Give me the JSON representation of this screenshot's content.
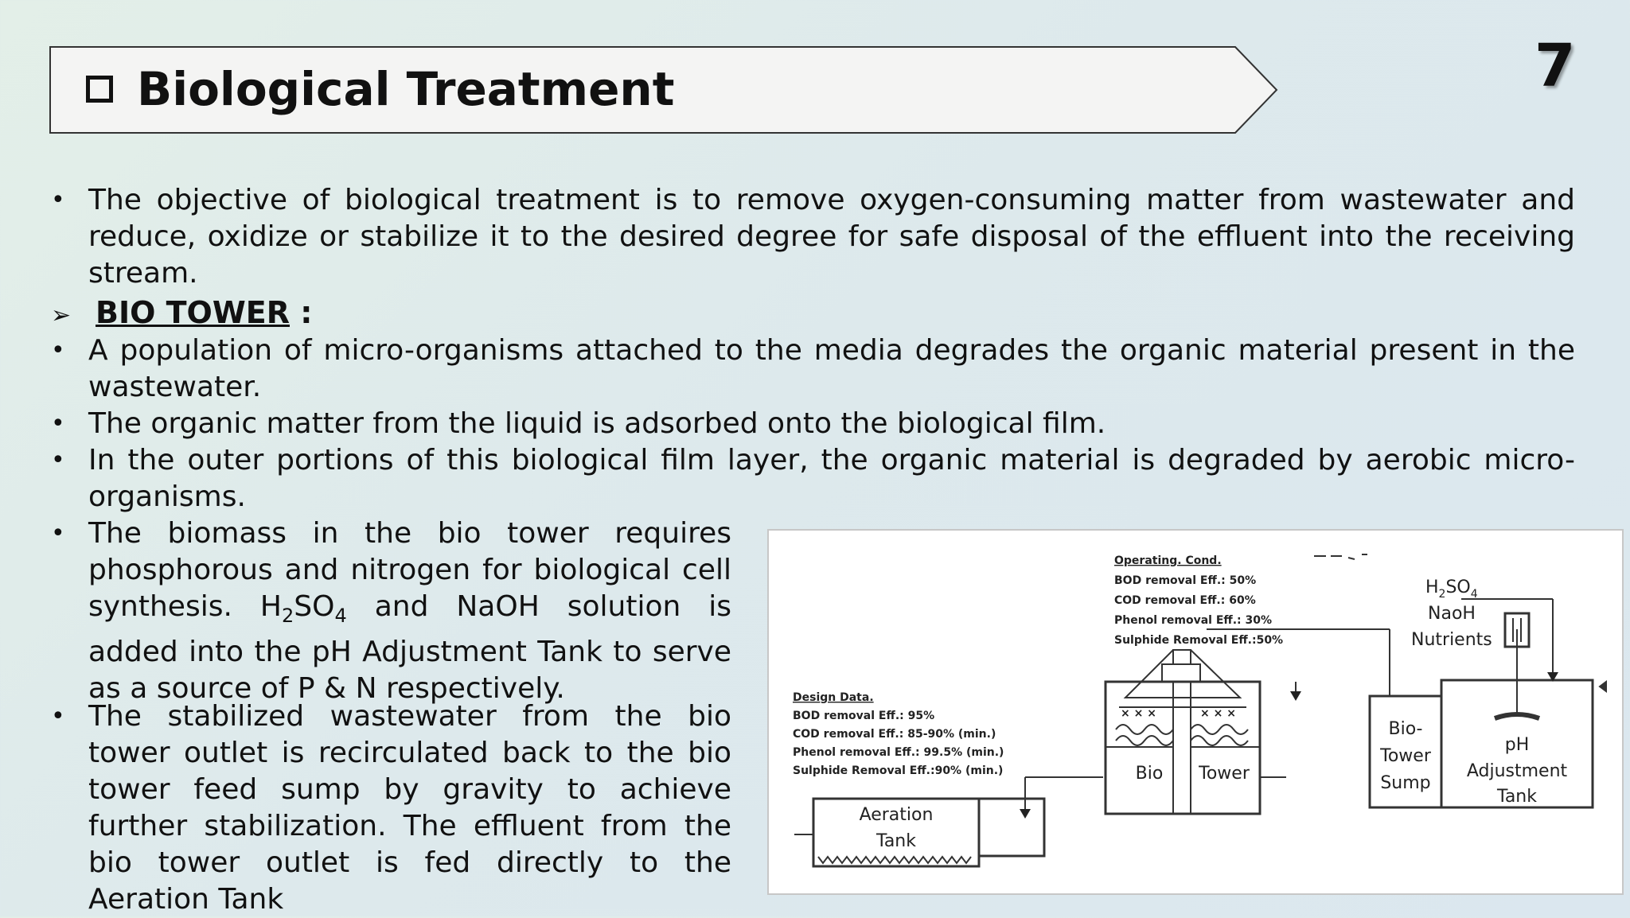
{
  "title": "Biological Treatment",
  "page_number": "7",
  "intro": "The objective of biological treatment is to remove oxygen-consuming matter from wastewater and reduce, oxidize or stabilize it to the desired degree for safe disposal of the effluent into the receiving stream.",
  "bio_tower": {
    "heading": "BIO TOWER",
    "heading_suffix": " :",
    "points": [
      "A population of micro-organisms attached to the media degrades the organic material present in the wastewater.",
      "The organic matter from the liquid is adsorbed onto the biological film.",
      "In the outer portions of this biological film layer, the organic material is degraded by aerobic micro-organisms."
    ],
    "point4_part1": "The biomass in the bio tower requires phosphorous and nitrogen for biological cell synthesis.",
    "point4_chem_h": "H",
    "point4_chem_2": "2",
    "point4_chem_so": "SO",
    "point4_chem_4": "4",
    "point4_part2": "and NaOH solution is added into the pH Adjustment Tank to serve as a source of P & N respectively.",
    "point5": "The stabilized wastewater from the bio tower outlet is recirculated back to the bio tower feed sump by gravity to achieve further stabilization. The effluent from the bio tower outlet is fed directly to the Aeration Tank"
  },
  "diagram": {
    "operating_title": "Operating. Cond.",
    "operating_lines": [
      "BOD removal Eff.: 50%",
      "COD removal Eff.: 60%",
      "Phenol removal Eff.: 30%",
      "Sulphide Removal Eff.:50%"
    ],
    "design_title": "Design Data.",
    "design_lines": [
      "BOD removal Eff.: 95%",
      "COD removal Eff.: 85-90% (min.)",
      "Phenol removal Eff.: 99.5% (min.)",
      "Sulphide Removal Eff.:90% (min.)"
    ],
    "chem_h2so4_main": "H",
    "chem_h2so4_sub2": "2",
    "chem_h2so4_so": "SO",
    "chem_h2so4_sub4": "4",
    "chem_naoh": "NaoH",
    "chem_nutrients": "Nutrients",
    "aeration_line1": "Aeration",
    "aeration_line2": "Tank",
    "bio_label": "Bio",
    "tower_label": "Tower",
    "sump_line1": "Bio-",
    "sump_line2": "Tower",
    "sump_line3": "Sump",
    "ph_line1": "pH",
    "ph_line2": "Adjustment",
    "ph_line3": "Tank"
  }
}
